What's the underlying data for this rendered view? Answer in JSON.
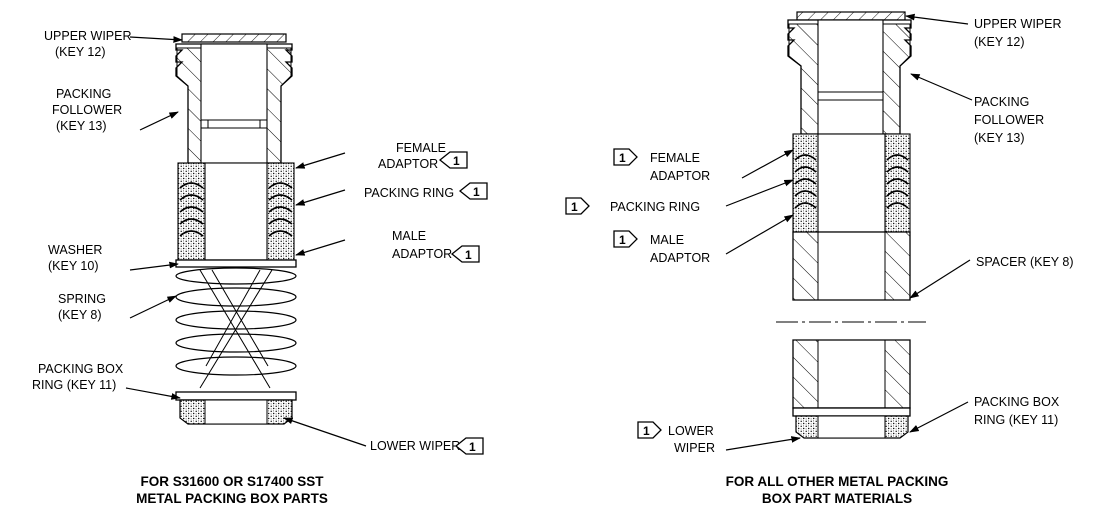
{
  "left_assembly": {
    "labels": {
      "upper_wiper": [
        "UPPER WIPER",
        "(KEY 12)"
      ],
      "packing_follower": [
        "PACKING",
        "FOLLOWER",
        "(KEY 13)"
      ],
      "female_adaptor": [
        "FEMALE",
        "ADAPTOR"
      ],
      "packing_ring": [
        "PACKING RING"
      ],
      "washer": [
        "WASHER",
        "(KEY 10)"
      ],
      "male_adaptor": [
        "MALE",
        "ADAPTOR"
      ],
      "spring": [
        "SPRING",
        "(KEY 8)"
      ],
      "packing_box_ring": [
        "PACKING BOX",
        "RING (KEY 11)"
      ],
      "lower_wiper": [
        "LOWER WIPER"
      ]
    },
    "caption": [
      "FOR S31600 OR S17400 SST",
      "METAL PACKING BOX PARTS"
    ]
  },
  "right_assembly": {
    "labels": {
      "upper_wiper": [
        "UPPER WIPER",
        "(KEY 12)"
      ],
      "packing_follower": [
        "PACKING",
        "FOLLOWER",
        "(KEY 13)"
      ],
      "female_adaptor": [
        "FEMALE",
        "ADAPTOR"
      ],
      "packing_ring": [
        "PACKING RING"
      ],
      "male_adaptor": [
        "MALE",
        "ADAPTOR"
      ],
      "spacer": [
        "SPACER (KEY 8)"
      ],
      "packing_box_ring": [
        "PACKING BOX",
        "RING (KEY 11)"
      ],
      "lower_wiper": [
        "LOWER",
        "WIPER"
      ]
    },
    "caption": [
      "FOR ALL OTHER METAL PACKING",
      "BOX PART MATERIALS"
    ]
  },
  "note_marker": "1"
}
